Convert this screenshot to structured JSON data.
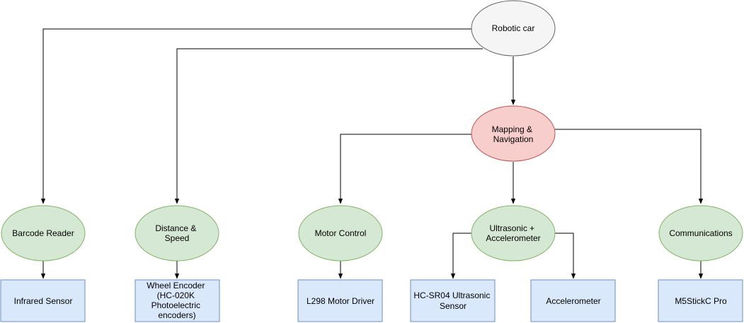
{
  "nodes": {
    "robotic_car": {
      "lines": [
        "Robotic car"
      ],
      "fill": "#f5f5f5",
      "stroke": "#666666"
    },
    "mapping_navigation": {
      "lines": [
        "Mapping &",
        "Navigation"
      ],
      "fill": "#f8cecc",
      "stroke": "#b85450"
    },
    "barcode_reader": {
      "lines": [
        "Barcode Reader"
      ],
      "fill": "#d5e8d4",
      "stroke": "#82b366"
    },
    "distance_speed": {
      "lines": [
        "Distance &",
        "Speed"
      ],
      "fill": "#d5e8d4",
      "stroke": "#82b366"
    },
    "motor_control": {
      "lines": [
        "Motor Control"
      ],
      "fill": "#d5e8d4",
      "stroke": "#82b366"
    },
    "ultrasonic_accel": {
      "lines": [
        "Ultrasonic +",
        "Accelerometer"
      ],
      "fill": "#d5e8d4",
      "stroke": "#82b366"
    },
    "communications": {
      "lines": [
        "Communications"
      ],
      "fill": "#d5e8d4",
      "stroke": "#82b366"
    },
    "infrared_sensor": {
      "lines": [
        "Infrared Sensor"
      ],
      "fill": "#dae8fc",
      "stroke": "#6c8ebf"
    },
    "wheel_encoder": {
      "lines": [
        "Wheel Encoder",
        "(HC-020K",
        "Photoelectric",
        "encoders)"
      ],
      "fill": "#dae8fc",
      "stroke": "#6c8ebf"
    },
    "l298_driver": {
      "lines": [
        "L298 Motor Driver"
      ],
      "fill": "#dae8fc",
      "stroke": "#6c8ebf"
    },
    "hcsr04": {
      "lines": [
        "HC-SR04 Ultrasonic",
        "Sensor"
      ],
      "fill": "#dae8fc",
      "stroke": "#6c8ebf"
    },
    "accelerometer": {
      "lines": [
        "Accelerometer"
      ],
      "fill": "#dae8fc",
      "stroke": "#6c8ebf"
    },
    "m5stickc": {
      "lines": [
        "M5StickC Pro"
      ],
      "fill": "#dae8fc",
      "stroke": "#6c8ebf"
    }
  },
  "edges": [
    {
      "from": "robotic_car",
      "to": "barcode_reader"
    },
    {
      "from": "robotic_car",
      "to": "distance_speed"
    },
    {
      "from": "robotic_car",
      "to": "mapping_navigation"
    },
    {
      "from": "mapping_navigation",
      "to": "motor_control"
    },
    {
      "from": "mapping_navigation",
      "to": "ultrasonic_accel"
    },
    {
      "from": "mapping_navigation",
      "to": "communications"
    },
    {
      "from": "barcode_reader",
      "to": "infrared_sensor"
    },
    {
      "from": "distance_speed",
      "to": "wheel_encoder"
    },
    {
      "from": "motor_control",
      "to": "l298_driver"
    },
    {
      "from": "ultrasonic_accel",
      "to": "hcsr04"
    },
    {
      "from": "ultrasonic_accel",
      "to": "accelerometer"
    },
    {
      "from": "communications",
      "to": "m5stickc"
    }
  ]
}
